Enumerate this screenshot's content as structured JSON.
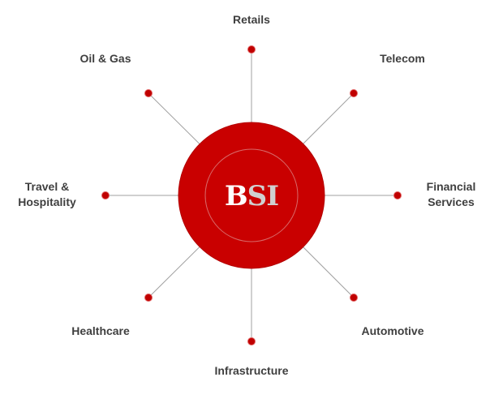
{
  "hub": {
    "letters": [
      "B",
      "S",
      "I"
    ],
    "colors": {
      "fill": "#c90000",
      "letter_primary": "#ffffff",
      "letter_secondary": "#d0d0d0"
    }
  },
  "sectors": [
    {
      "id": "retails",
      "label": [
        "Retails"
      ]
    },
    {
      "id": "telecom",
      "label": [
        "Telecom"
      ]
    },
    {
      "id": "financial-services",
      "label": [
        "Financial",
        "Services"
      ]
    },
    {
      "id": "automotive",
      "label": [
        "Automotive"
      ]
    },
    {
      "id": "infrastructure",
      "label": [
        "Infrastructure"
      ]
    },
    {
      "id": "healthcare",
      "label": [
        "Healthcare"
      ]
    },
    {
      "id": "travel-hospitality",
      "label": [
        "Travel &",
        "Hospitality"
      ]
    },
    {
      "id": "oil-gas",
      "label": [
        "Oil & Gas"
      ]
    }
  ]
}
